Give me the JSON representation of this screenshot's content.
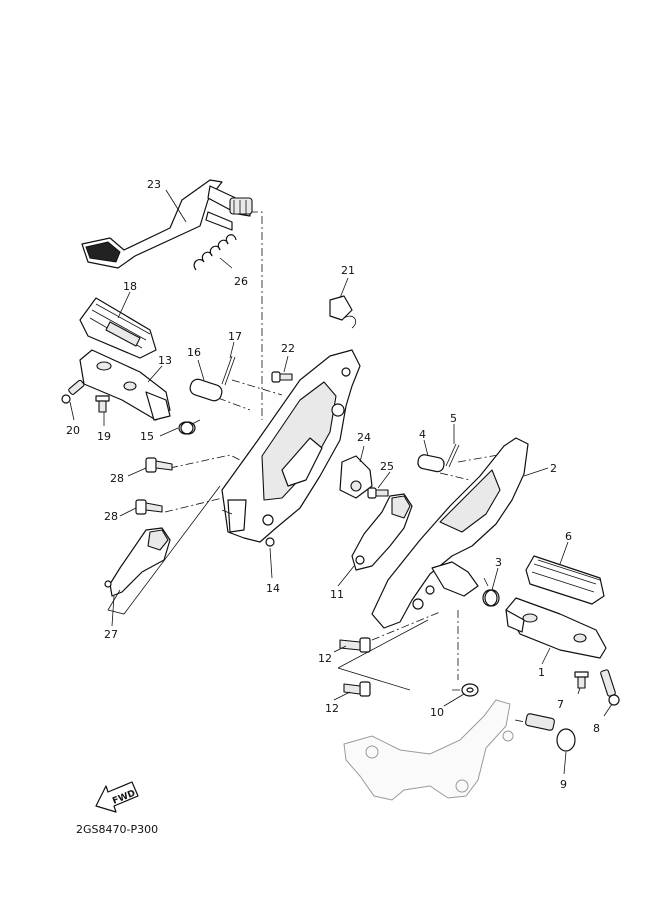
{
  "diagram": {
    "part_numbers": [
      "1",
      "2",
      "3",
      "4",
      "5",
      "6",
      "7",
      "8",
      "9",
      "10",
      "11",
      "12",
      "12",
      "13",
      "14",
      "15",
      "16",
      "17",
      "18",
      "19",
      "20",
      "21",
      "22",
      "23",
      "24",
      "25",
      "26",
      "27",
      "28",
      "28"
    ],
    "fwd_label": "FWD",
    "drawing_code": "2GS8470-P300"
  }
}
